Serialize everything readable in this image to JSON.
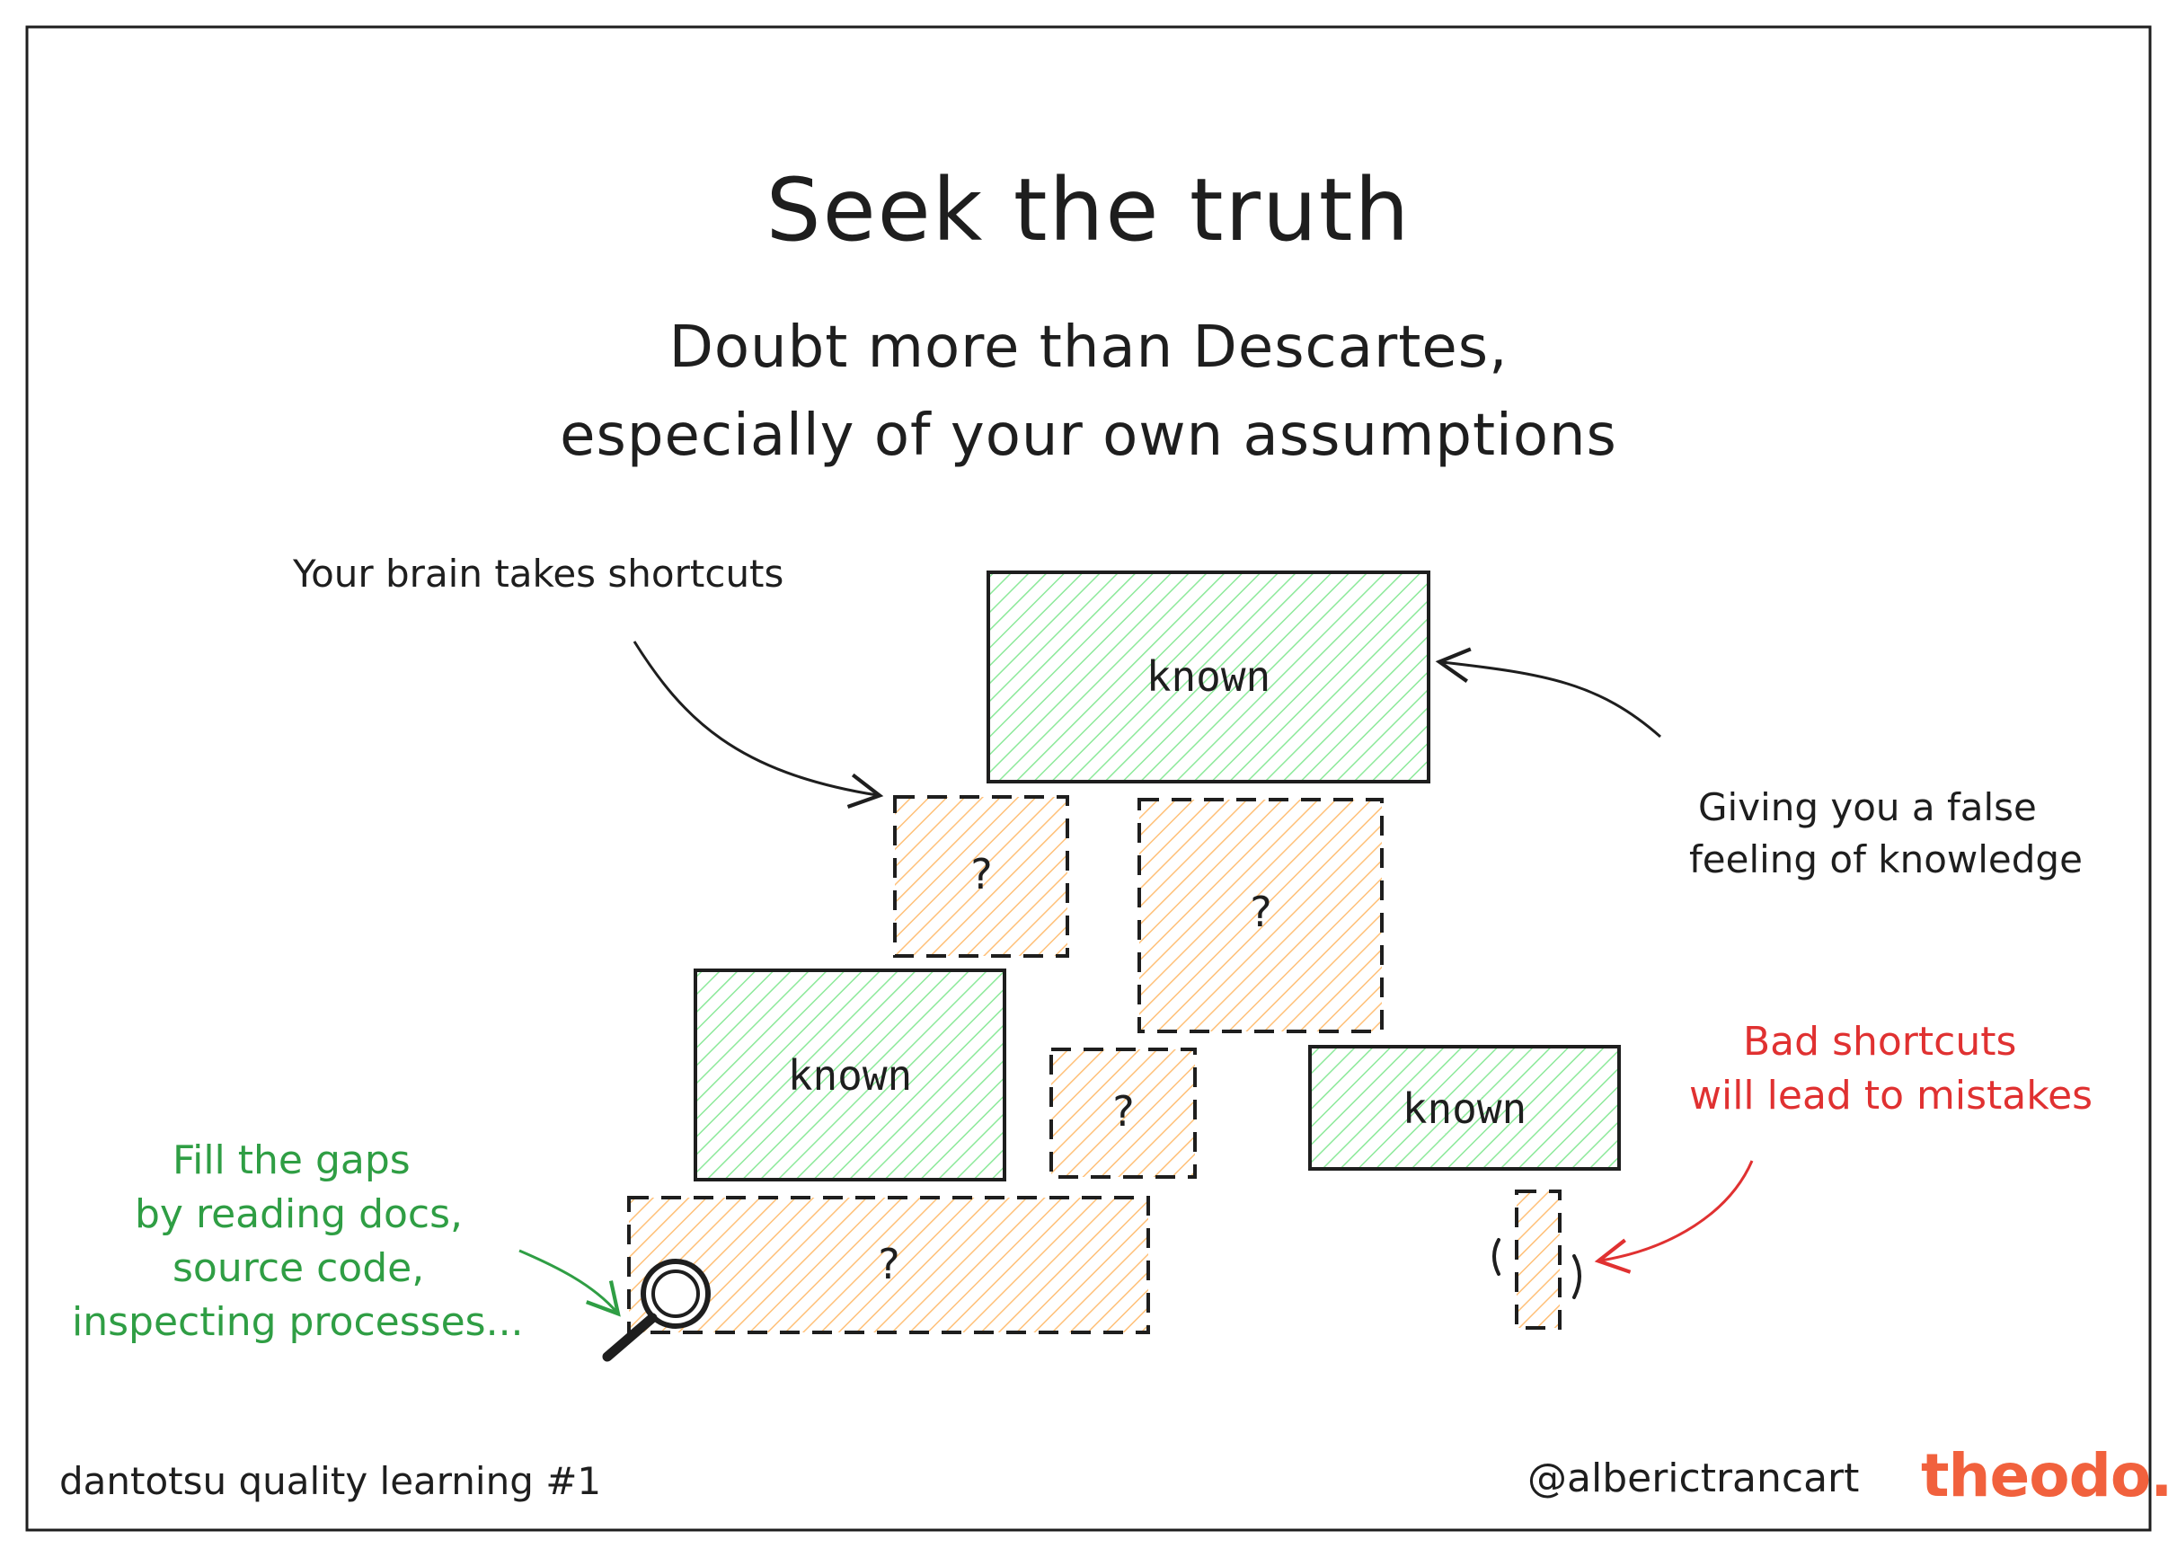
{
  "title": "Seek the truth",
  "subtitle": {
    "line1": "Doubt more than Descartes,",
    "line2": "especially of your own assumptions"
  },
  "annotations": {
    "brain": "Your brain takes shortcuts",
    "false_feeling": [
      "Giving you a false",
      "feeling of knowledge"
    ],
    "bad_shortcuts": [
      "Bad shortcuts",
      "will lead to mistakes"
    ],
    "fill_gaps": [
      "Fill the gaps",
      "by reading docs,",
      "source code,",
      "inspecting processes..."
    ]
  },
  "boxes": {
    "known_label": "known",
    "unknown_label": "?"
  },
  "footer": {
    "series": "dantotsu quality learning #1",
    "handle": "@alberictrancart",
    "logo": "theodo."
  },
  "colors": {
    "known_fill": "#b2f2bb",
    "unknown_fill": "#ffd8a8",
    "annotation_red": "#e03131",
    "annotation_green": "#2f9e44",
    "logo_orange": "#f1613d",
    "ink": "#1e1e1e"
  },
  "icons": [
    "magnifier-icon"
  ]
}
